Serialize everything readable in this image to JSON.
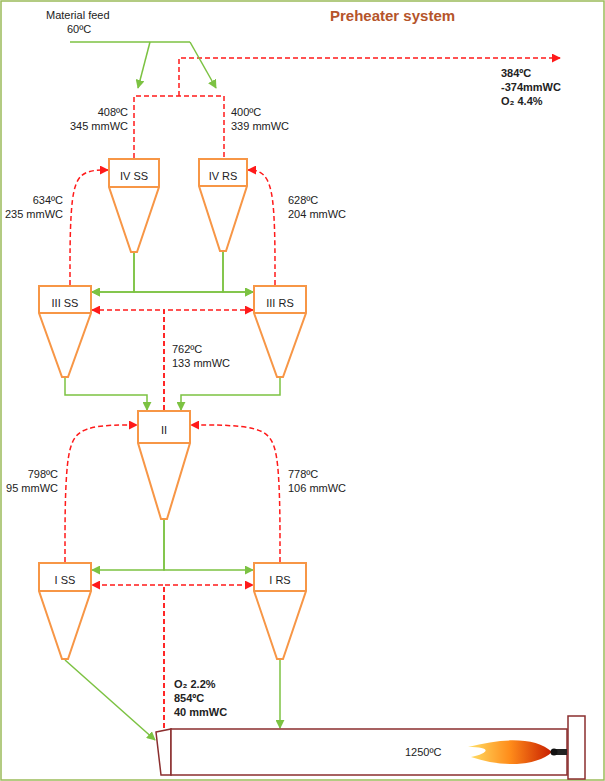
{
  "diagram": {
    "title": "Preheater system",
    "nodes": [
      {
        "text": [
          "IV SS"
        ]
      },
      {
        "text": [
          "IV RS"
        ]
      },
      {
        "text": [
          "III SS"
        ]
      },
      {
        "text": [
          "III RS"
        ]
      },
      {
        "text": [
          "II"
        ]
      },
      {
        "text": [
          "I SS"
        ]
      },
      {
        "text": [
          "I RS"
        ]
      },
      {
        "text": [
          "1250ºC"
        ]
      }
    ],
    "edges": [
      {
        "from": 0,
        "to": 2,
        "arrow": "to"
      },
      {
        "from": 0,
        "to": 3,
        "arrow": "to"
      },
      {
        "from": 1,
        "to": 2,
        "arrow": "to"
      },
      {
        "from": 1,
        "to": 3,
        "arrow": "to"
      },
      {
        "from": 2,
        "to": 4,
        "arrow": "to"
      },
      {
        "from": 3,
        "to": 4,
        "arrow": "to"
      },
      {
        "from": 4,
        "to": 5,
        "arrow": "to"
      },
      {
        "from": 4,
        "to": 6,
        "arrow": "to"
      },
      {
        "from": 5,
        "to": 7,
        "arrow": "to"
      },
      {
        "from": 6,
        "to": 7,
        "arrow": "to"
      },
      {
        "from": 7,
        "to": 5,
        "arrow": "to"
      },
      {
        "from": 7,
        "to": 6,
        "arrow": "to"
      },
      {
        "from": 5,
        "to": 4,
        "arrow": "to"
      },
      {
        "from": 6,
        "to": 4,
        "arrow": "to"
      },
      {
        "from": 4,
        "to": 2,
        "arrow": "to"
      },
      {
        "from": 4,
        "to": 3,
        "arrow": "to"
      },
      {
        "from": 2,
        "to": 0,
        "arrow": "to"
      },
      {
        "from": 3,
        "to": 1,
        "arrow": "to"
      }
    ],
    "labels": [
      "Material feed",
      "60ºC",
      "384ºC",
      "-374mmWC",
      "O₂ 4.4%",
      "408ºC",
      "345 mmWC",
      "400ºC",
      "339 mmWC",
      "634ºC",
      "235 mmWC",
      "628ºC",
      "204 mmWC",
      "762ºC",
      "133 mmWC",
      "798ºC",
      "95 mmWC",
      "778ºC",
      "106 mmWC",
      "O₂ 2.2%",
      "854ºC",
      "40 mmWC"
    ]
  }
}
